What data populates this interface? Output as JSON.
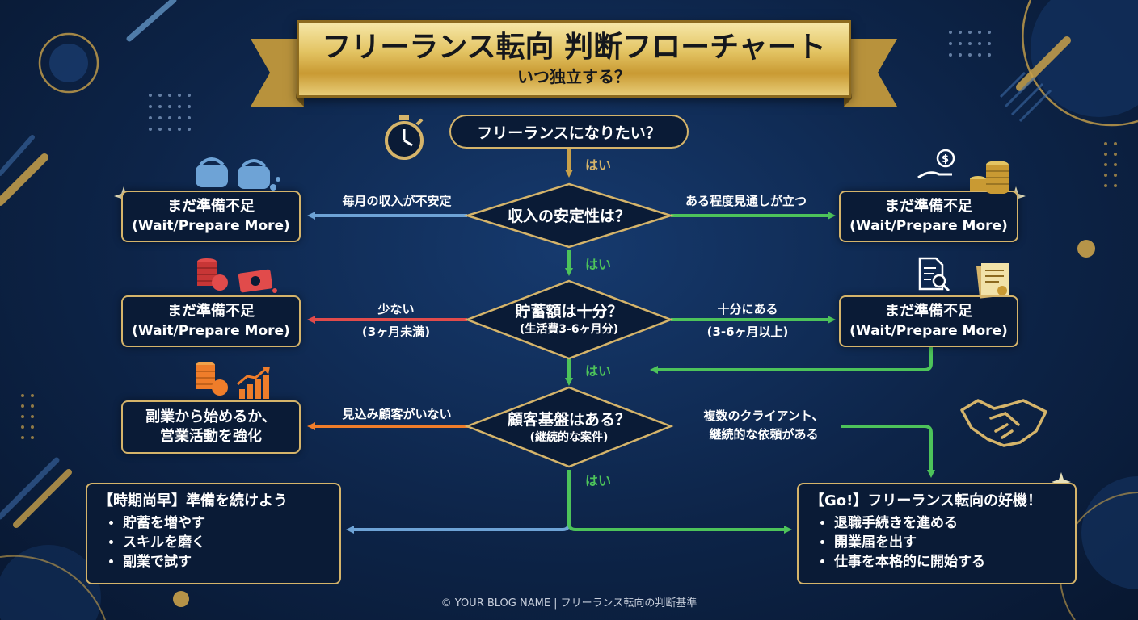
{
  "title": "フリーランス転向 判断フローチャート",
  "subtitle": "いつ独立する？",
  "start": "フリーランスになりたい？",
  "yes_label": "はい",
  "decisions": {
    "income": {
      "main": "収入の安定性は？",
      "sub": ""
    },
    "savings": {
      "main": "貯蓄額は十分？",
      "sub": "(生活費3-6ヶ月分)"
    },
    "clients": {
      "main": "顧客基盤はある？",
      "sub": "(継続的な案件)"
    }
  },
  "edges": {
    "income_left": "毎月の収入が不安定",
    "income_right": "ある程度見通しが立つ",
    "savings_left_1": "少ない",
    "savings_left_2": "(3ヶ月未満)",
    "savings_right_1": "十分にある",
    "savings_right_2": "(3-6ヶ月以上)",
    "clients_left": "見込み顧客がいない",
    "clients_right_1": "複数のクライアント、",
    "clients_right_2": "継続的な依頼がある"
  },
  "outcomes": {
    "not_ready_1": {
      "line1": "まだ準備不足",
      "line2": "(Wait/Prepare More)"
    },
    "not_ready_2": {
      "line1": "まだ準備不足",
      "line2": "(Wait/Prepare More)"
    },
    "not_ready_3": {
      "line1": "まだ準備不足",
      "line2": "(Wait/Prepare More)"
    },
    "not_ready_4": {
      "line1": "まだ準備不足",
      "line2": "(Wait/Prepare More)"
    },
    "side_job": {
      "line1": "副業から始めるか、",
      "line2": "営業活動を強化"
    },
    "premature": {
      "heading": "【時期尚早】準備を続けよう",
      "items": [
        "貯蓄を増やす",
        "スキルを磨く",
        "副業で試す"
      ]
    },
    "go": {
      "heading": "【Go!】フリーランス転向の好機！",
      "items": [
        "退職手続きを進める",
        "開業届を出す",
        "仕事を本格的に開始する"
      ]
    }
  },
  "footer": "© YOUR BLOG NAME | フリーランス転向の判断基準",
  "colors": {
    "background": "#0d2448",
    "gold": "#d5b46a",
    "green_arrow": "#4dc35a",
    "blue_arrow": "#6ea3d6",
    "red_arrow": "#e14b4b",
    "orange_arrow": "#ef7d2a",
    "gold_arrow": "#c9a14a"
  },
  "icons": [
    "stopwatch-icon",
    "wallet-icon",
    "money-hand-icon",
    "coin-stack-icon",
    "coins-icon",
    "cash-icon",
    "document-search-icon",
    "certificate-icon",
    "growth-chart-icon",
    "handshake-icon"
  ]
}
